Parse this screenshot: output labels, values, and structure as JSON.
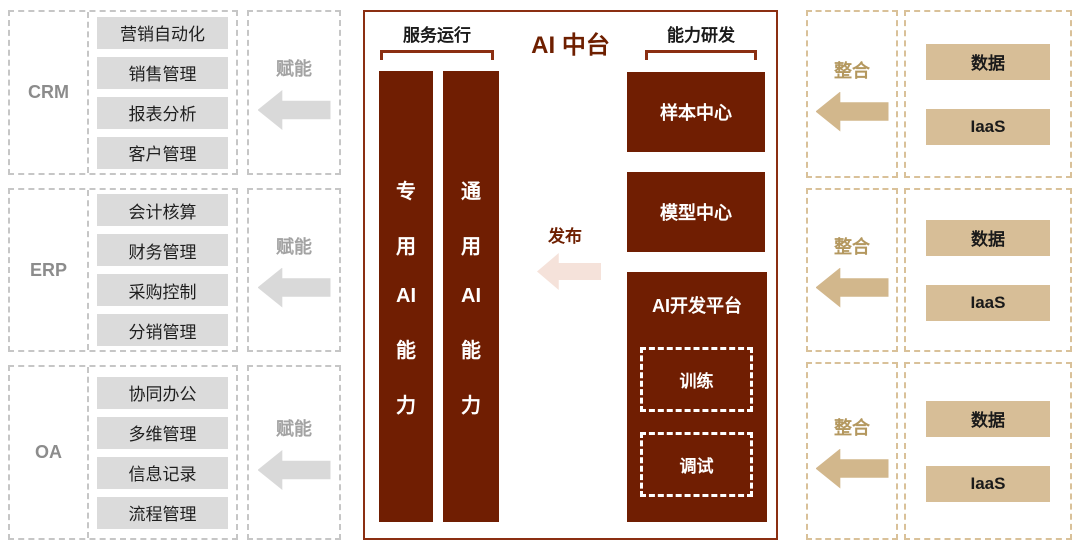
{
  "diagram_title": "AI 中台",
  "colors": {
    "maroon_fill": "#701e02",
    "maroon_border": "#8b2f12",
    "maroon_text": "#6e1f00",
    "gray_box": "#dbdbdb",
    "gray_arrow": "#d9d9d9",
    "gray_label": "#8c8c8c",
    "tan_box": "#d7be97",
    "tan_arrow": "#d2b78c",
    "tan_label": "#b4985f",
    "pink_arrow": "#f5e2da"
  },
  "left_groups": [
    {
      "label": "CRM",
      "arrow_label": "赋能",
      "items": [
        "营销自动化",
        "销售管理",
        "报表分析",
        "客户管理"
      ]
    },
    {
      "label": "ERP",
      "arrow_label": "赋能",
      "items": [
        "会计核算",
        "财务管理",
        "采购控制",
        "分销管理"
      ]
    },
    {
      "label": "OA",
      "arrow_label": "赋能",
      "items": [
        "协同办公",
        "多维管理",
        "信息记录",
        "流程管理"
      ]
    }
  ],
  "center": {
    "title": "AI 中台",
    "service_group": {
      "label": "服务运行",
      "bars": [
        {
          "name": "专用AI能力",
          "chars": [
            "专",
            "用",
            "AI",
            "能",
            "力"
          ]
        },
        {
          "name": "通用AI能力",
          "chars": [
            "通",
            "用",
            "AI",
            "能",
            "力"
          ]
        }
      ]
    },
    "publish": {
      "label": "发布"
    },
    "rd_group": {
      "label": "能力研发",
      "centers": [
        "样本中心",
        "模型中心"
      ],
      "platform": {
        "title": "AI开发平台",
        "modules": [
          "训练",
          "调试"
        ]
      }
    }
  },
  "right_groups": [
    {
      "arrow_label": "整合",
      "items": [
        "数据",
        "IaaS"
      ]
    },
    {
      "arrow_label": "整合",
      "items": [
        "数据",
        "IaaS"
      ]
    },
    {
      "arrow_label": "整合",
      "items": [
        "数据",
        "IaaS"
      ]
    }
  ]
}
